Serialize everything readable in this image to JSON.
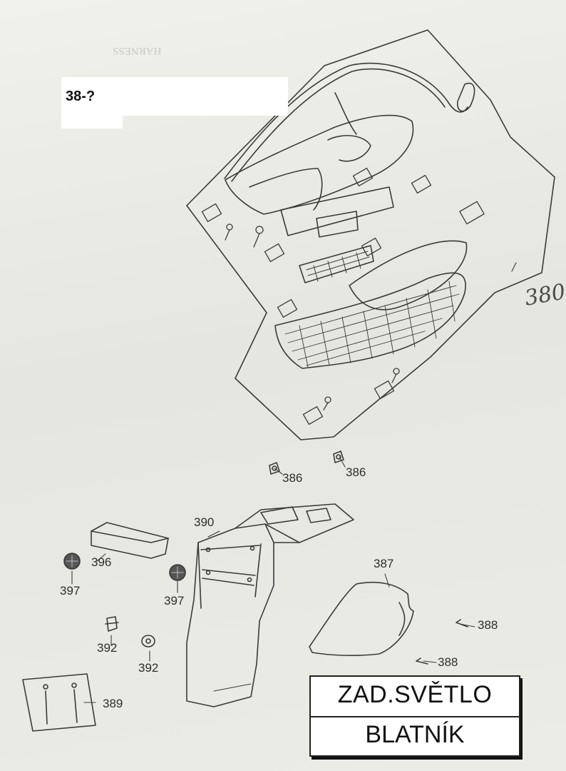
{
  "page_number": "38-?",
  "handwritten_note": "380",
  "title": {
    "line1": "ZAD.SVĚTLO",
    "line2": "BLATNÍK"
  },
  "background_header": "HARNESS",
  "parts": [
    {
      "id": "part-386-a",
      "label": "386"
    },
    {
      "id": "part-386-b",
      "label": "386"
    },
    {
      "id": "part-390",
      "label": "390"
    },
    {
      "id": "part-396",
      "label": "396"
    },
    {
      "id": "part-397-a",
      "label": "397"
    },
    {
      "id": "part-397-b",
      "label": "397"
    },
    {
      "id": "part-387",
      "label": "387"
    },
    {
      "id": "part-388-a",
      "label": "388"
    },
    {
      "id": "part-388-b",
      "label": "388"
    },
    {
      "id": "part-392-a",
      "label": "392"
    },
    {
      "id": "part-392-b",
      "label": "392"
    },
    {
      "id": "part-389",
      "label": "389"
    }
  ]
}
